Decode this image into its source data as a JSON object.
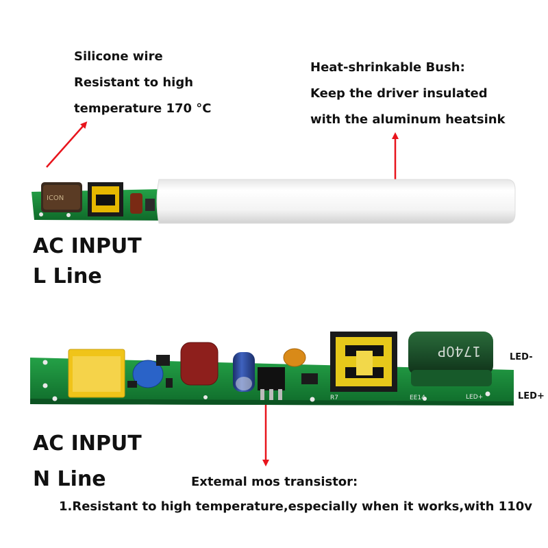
{
  "top": {
    "silicone_lines": [
      "Silicone wire",
      "Resistant to high",
      "temperature 170 °C"
    ],
    "bush_lines": [
      "Heat-shrinkable Bush:",
      "Keep the driver insulated",
      "with the aluminum heatsink"
    ],
    "ac_input_l": [
      "AC INPUT",
      "L Line"
    ],
    "pcb_marking": "ICON"
  },
  "bottom": {
    "ac_input_n": [
      "AC INPUT",
      "N Line"
    ],
    "led_minus": "LED-",
    "led_plus": "LED+",
    "mos_title": "Extemal mos transistor:",
    "mos_note": "1.Resistant to high temperature,especially when it works,with 110v",
    "capacitor_marking": "1740P",
    "transformer_marking": "EE14",
    "pcb_led_plus": "LED+",
    "pcb_r7": "R7"
  },
  "colors": {
    "arrow": "#e8141c",
    "pcb": "#1e8a3c",
    "pcb_dark": "#136b2b",
    "sleeve": "#f4f4f4",
    "capacitor_x2": "#f0c419",
    "film_cap": "#8e1f1c",
    "electrolytic": "#2f4fa0",
    "ceramic_blue": "#2a63c8",
    "ceramic_orange": "#d98a18",
    "big_cap": "#1c4f2a"
  }
}
